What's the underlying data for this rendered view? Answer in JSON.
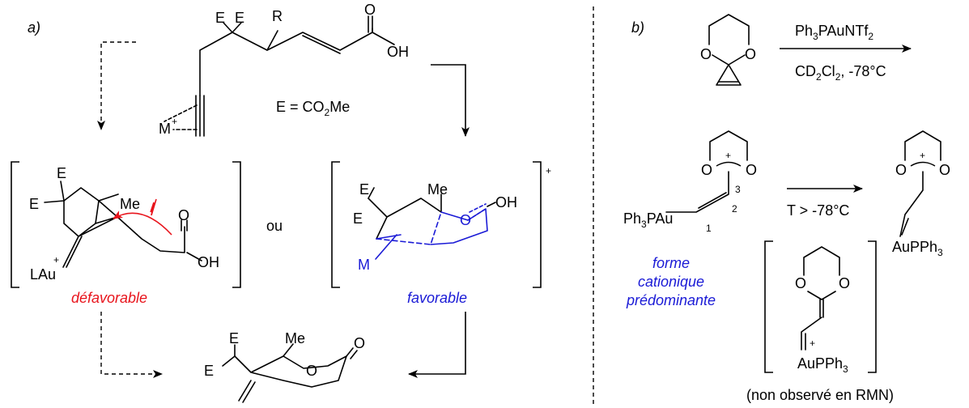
{
  "panel_a": {
    "label": "a)",
    "substrate": {
      "e1": "E",
      "e2": "E",
      "r": "R",
      "o": "O",
      "oh": "OH",
      "m": "M",
      "m_charge": "+",
      "e_def": "E = CO",
      "e_def_sub": "2",
      "e_def_tail": "Me"
    },
    "left_intermediate": {
      "e1": "E",
      "e2": "E",
      "me": "Me",
      "o": "O",
      "oh": "OH",
      "lau": "LAu",
      "charge": "+",
      "caption": "défavorable"
    },
    "or_word": "ou",
    "right_intermediate": {
      "e": "E",
      "e2": "E",
      "me": "Me",
      "o": "O",
      "oh": "OH",
      "m": "M",
      "charge": "+",
      "caption": "favorable"
    },
    "product": {
      "e1": "E",
      "e2": "E",
      "me": "Me",
      "o1": "O",
      "o2": "O"
    }
  },
  "panel_b": {
    "label": "b)",
    "top_reagent": {
      "o1": "O",
      "o2": "O"
    },
    "conditions": {
      "catalyst_a": "Ph",
      "catalyst_sub": "3",
      "catalyst_b": "PAuNTf",
      "catalyst_sub2": "2",
      "solvent_a": "CD",
      "solvent_sub1": "2",
      "solvent_b": "Cl",
      "solvent_sub2": "2",
      "solvent_c": ", -78°C"
    },
    "cation": {
      "o1": "O",
      "o2": "O",
      "plus": "+",
      "ph3pau_a": "Ph",
      "ph3pau_sub": "3",
      "ph3pau_b": "PAu",
      "n1": "1",
      "n2": "2",
      "n3": "3",
      "caption_l1": "forme",
      "caption_l2": "cationique",
      "caption_l3": "prédominante"
    },
    "temp_condition": "T > -78°C",
    "product": {
      "o1": "O",
      "o2": "O",
      "plus": "+",
      "aupph_a": "AuPPh",
      "aupph_sub": "3"
    },
    "carbene": {
      "o1": "O",
      "o2": "O",
      "plus": "+",
      "aupph_a": "AuPPh",
      "aupph_sub": "3"
    },
    "note": "(non observé en RMN)"
  }
}
